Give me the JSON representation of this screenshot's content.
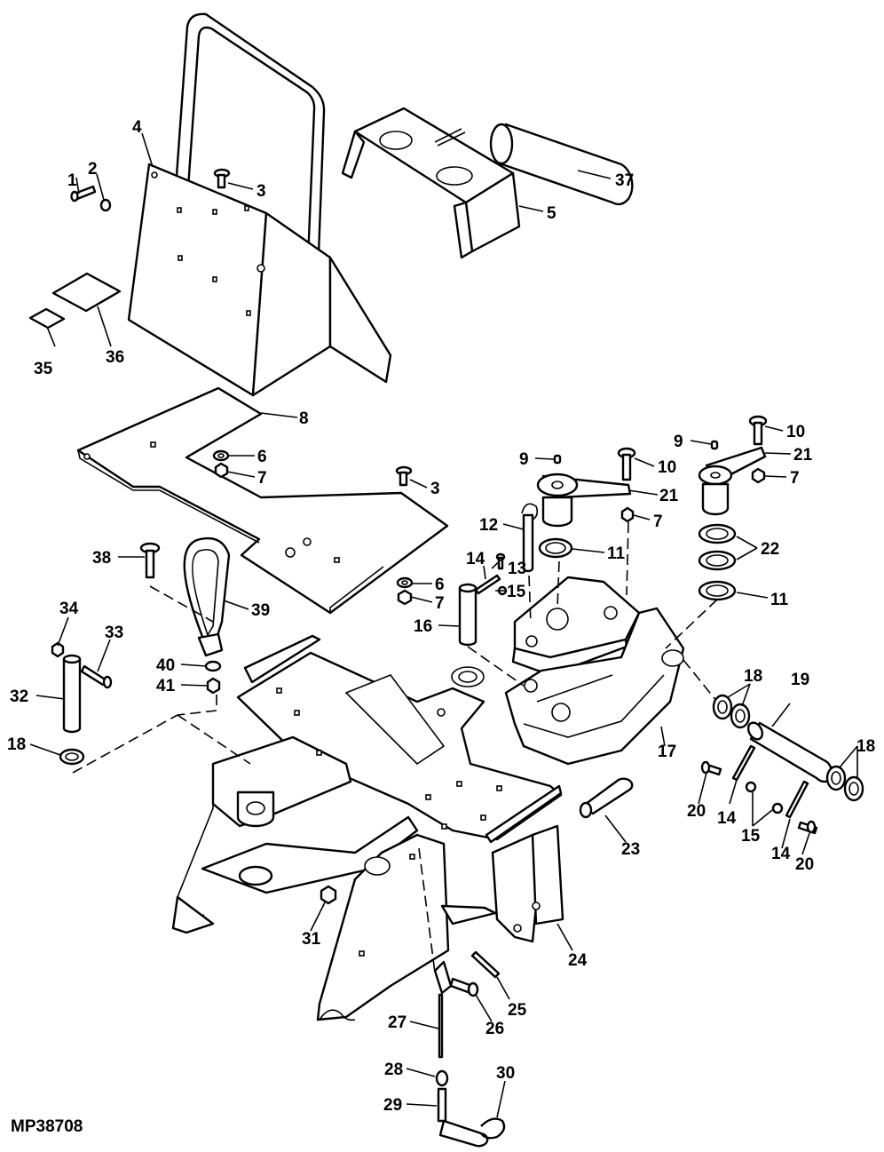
{
  "figure_id": "MP38708",
  "callouts": [
    {
      "id": "c1",
      "label": "1"
    },
    {
      "id": "c2",
      "label": "2"
    },
    {
      "id": "c3a",
      "label": "3"
    },
    {
      "id": "c4",
      "label": "4"
    },
    {
      "id": "c37",
      "label": "37"
    },
    {
      "id": "c5",
      "label": "5"
    },
    {
      "id": "c35",
      "label": "35"
    },
    {
      "id": "c36",
      "label": "36"
    },
    {
      "id": "c8",
      "label": "8"
    },
    {
      "id": "c6a",
      "label": "6"
    },
    {
      "id": "c7a",
      "label": "7"
    },
    {
      "id": "c3b",
      "label": "3"
    },
    {
      "id": "c9a",
      "label": "9"
    },
    {
      "id": "c10a",
      "label": "10"
    },
    {
      "id": "c21a",
      "label": "21"
    },
    {
      "id": "c7b",
      "label": "7"
    },
    {
      "id": "c9b",
      "label": "9"
    },
    {
      "id": "c10b",
      "label": "10"
    },
    {
      "id": "c21b",
      "label": "21"
    },
    {
      "id": "c7c",
      "label": "7"
    },
    {
      "id": "c12",
      "label": "12"
    },
    {
      "id": "c11a",
      "label": "11"
    },
    {
      "id": "c22",
      "label": "22"
    },
    {
      "id": "c11b",
      "label": "11"
    },
    {
      "id": "c14a",
      "label": "14"
    },
    {
      "id": "c13",
      "label": "13"
    },
    {
      "id": "c15a",
      "label": "15"
    },
    {
      "id": "c6b",
      "label": "6"
    },
    {
      "id": "c7d",
      "label": "7"
    },
    {
      "id": "c16",
      "label": "16"
    },
    {
      "id": "c38",
      "label": "38"
    },
    {
      "id": "c39",
      "label": "39"
    },
    {
      "id": "c34",
      "label": "34"
    },
    {
      "id": "c33",
      "label": "33"
    },
    {
      "id": "c32",
      "label": "32"
    },
    {
      "id": "c40",
      "label": "40"
    },
    {
      "id": "c41",
      "label": "41"
    },
    {
      "id": "c18a",
      "label": "18"
    },
    {
      "id": "c18b",
      "label": "18"
    },
    {
      "id": "c19",
      "label": "19"
    },
    {
      "id": "c18c",
      "label": "18"
    },
    {
      "id": "c17",
      "label": "17"
    },
    {
      "id": "c20a",
      "label": "20"
    },
    {
      "id": "c14b",
      "label": "14"
    },
    {
      "id": "c15b",
      "label": "15"
    },
    {
      "id": "c14c",
      "label": "14"
    },
    {
      "id": "c20b",
      "label": "20"
    },
    {
      "id": "c23",
      "label": "23"
    },
    {
      "id": "c31",
      "label": "31"
    },
    {
      "id": "c24",
      "label": "24"
    },
    {
      "id": "c25",
      "label": "25"
    },
    {
      "id": "c26",
      "label": "26"
    },
    {
      "id": "c27",
      "label": "27"
    },
    {
      "id": "c28",
      "label": "28"
    },
    {
      "id": "c30",
      "label": "30"
    },
    {
      "id": "c29",
      "label": "29"
    }
  ]
}
